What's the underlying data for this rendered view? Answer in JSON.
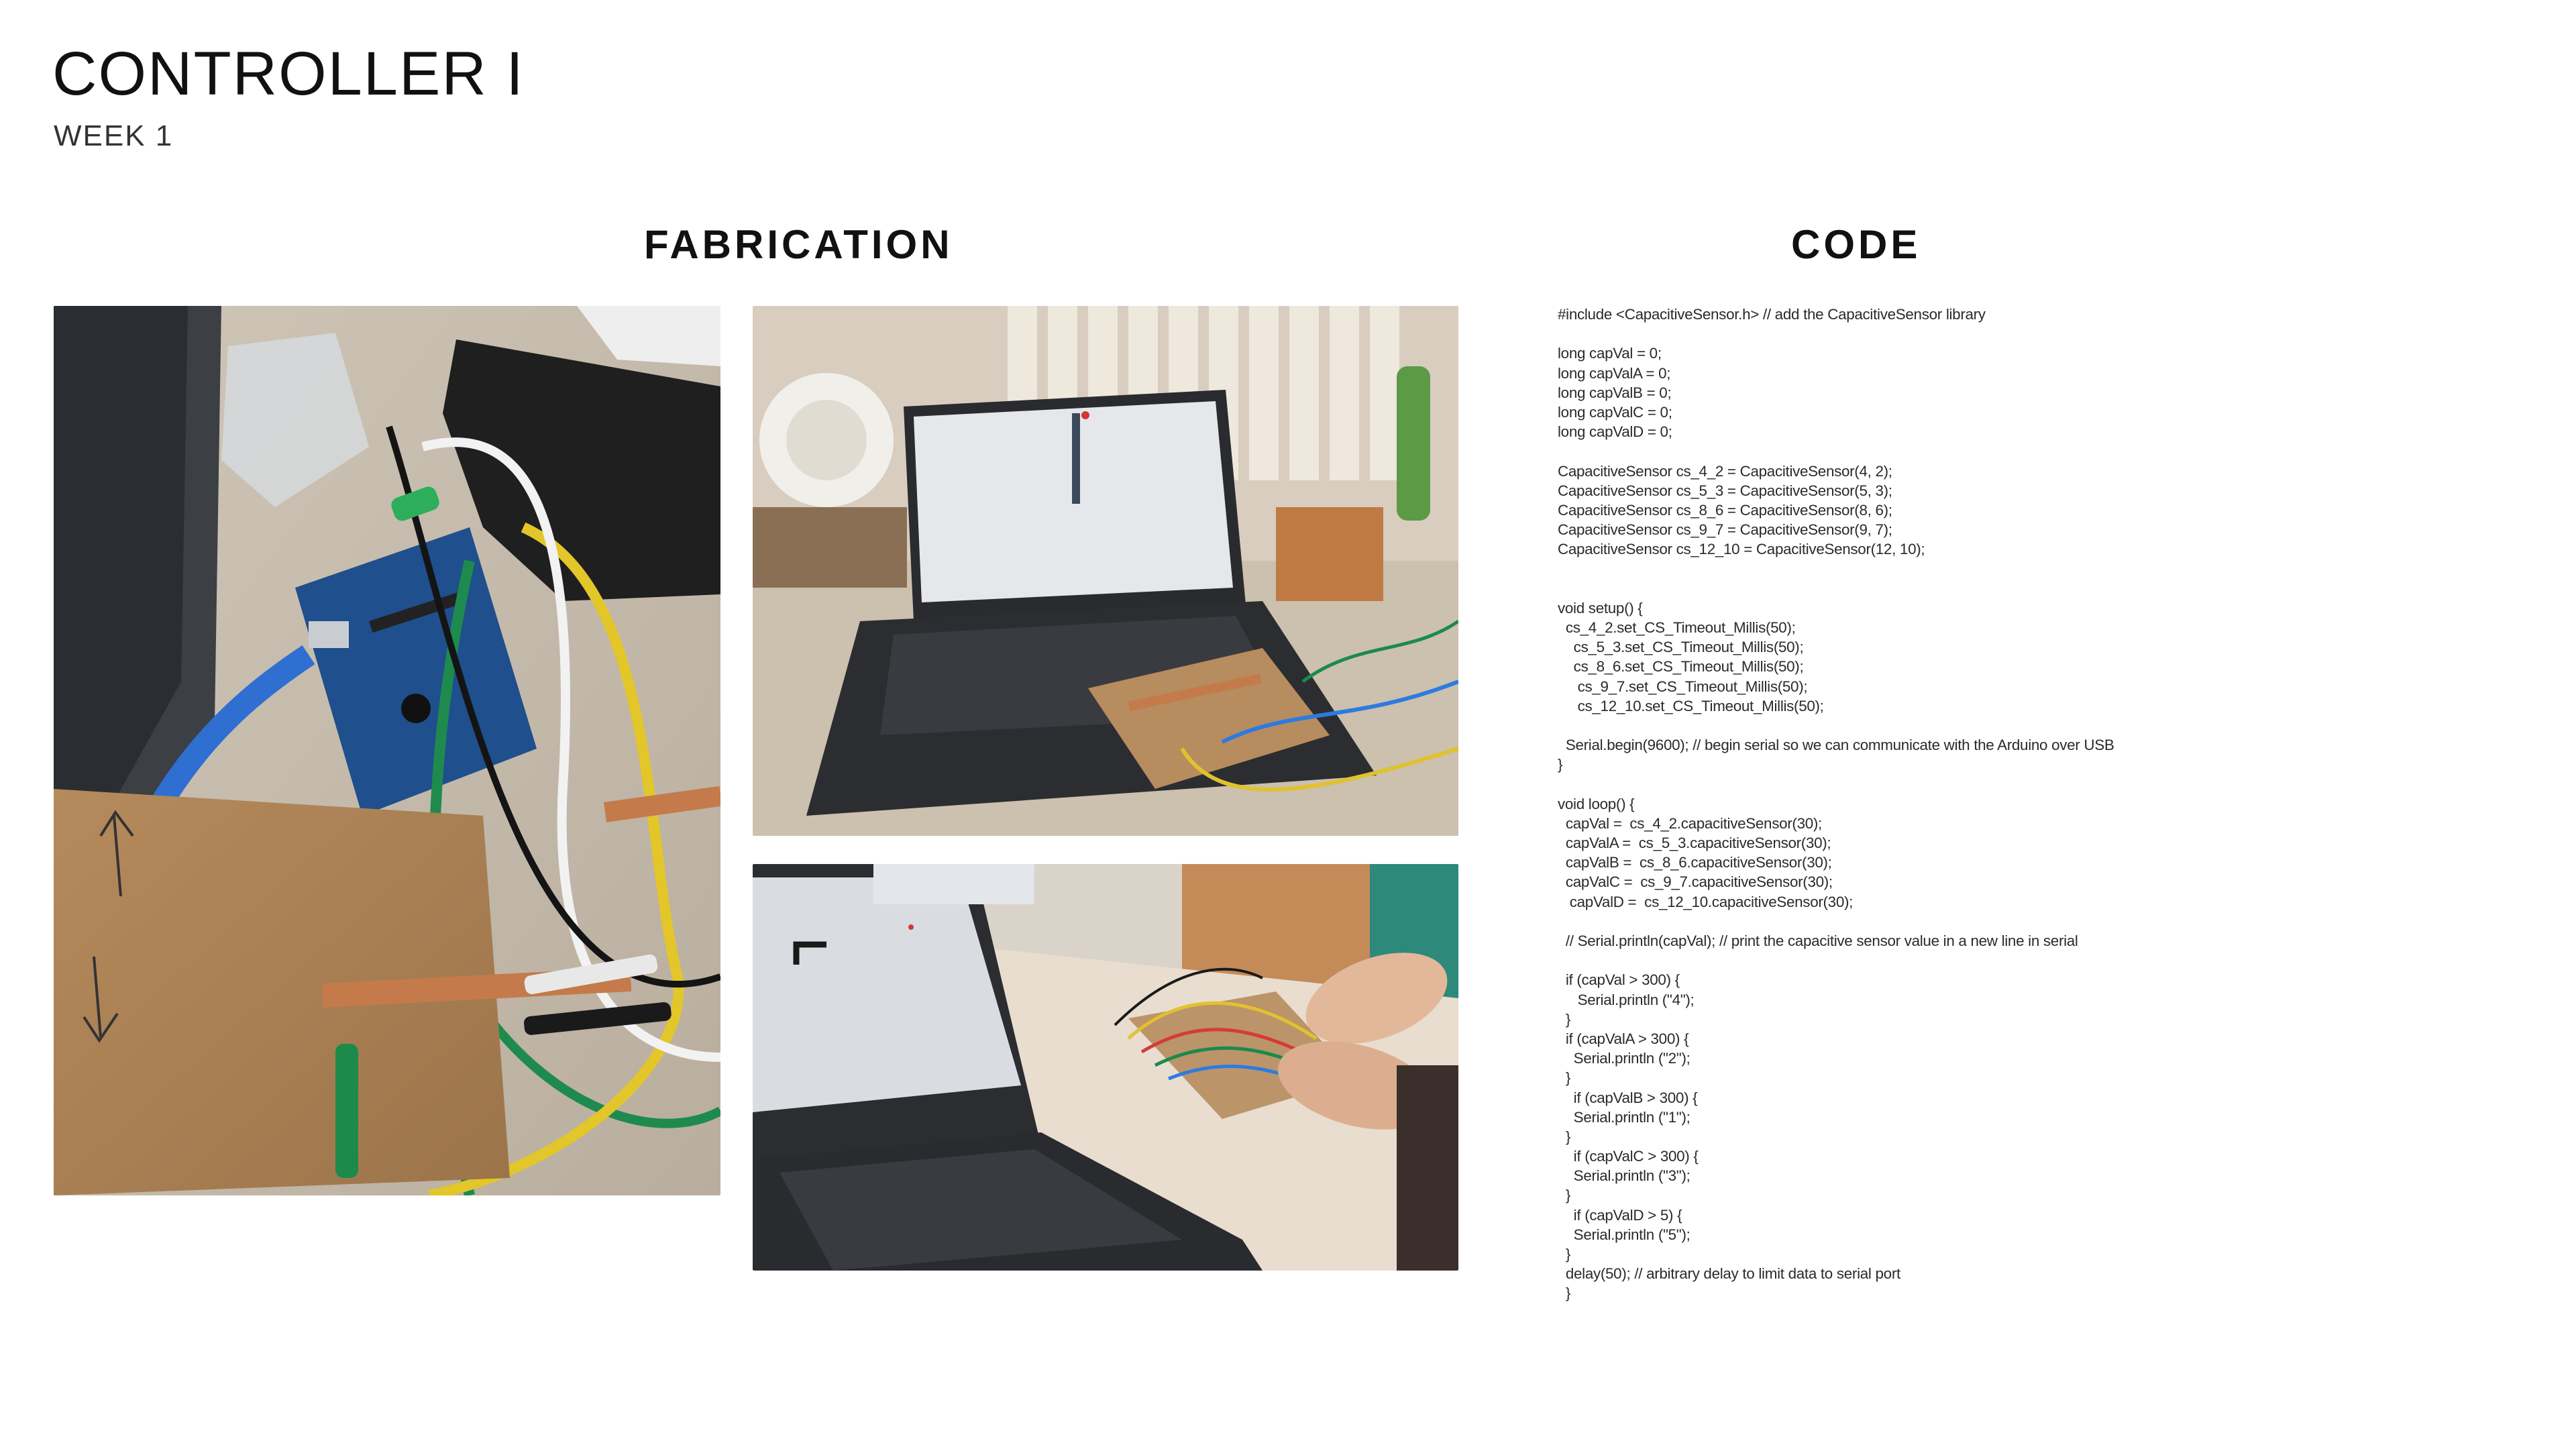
{
  "header": {
    "title": "CONTROLLER I",
    "subtitle": "WEEK 1"
  },
  "sections": {
    "fabrication": "FABRICATION",
    "code": "CODE"
  },
  "code_lines": [
    "#include <CapacitiveSensor.h> // add the CapacitiveSensor library",
    "",
    "long capVal = 0;",
    "long capValA = 0;",
    "long capValB = 0;",
    "long capValC = 0;",
    "long capValD = 0;",
    "",
    "CapacitiveSensor cs_4_2 = CapacitiveSensor(4, 2);",
    "CapacitiveSensor cs_5_3 = CapacitiveSensor(5, 3);",
    "CapacitiveSensor cs_8_6 = CapacitiveSensor(8, 6);",
    "CapacitiveSensor cs_9_7 = CapacitiveSensor(9, 7);",
    "CapacitiveSensor cs_12_10 = CapacitiveSensor(12, 10);",
    "",
    "",
    "void setup() {",
    "  cs_4_2.set_CS_Timeout_Millis(50);",
    "    cs_5_3.set_CS_Timeout_Millis(50);",
    "    cs_8_6.set_CS_Timeout_Millis(50);",
    "     cs_9_7.set_CS_Timeout_Millis(50);",
    "     cs_12_10.set_CS_Timeout_Millis(50);",
    "",
    "  Serial.begin(9600); // begin serial so we can communicate with the Arduino over USB",
    "}",
    "",
    "void loop() {",
    "  capVal =  cs_4_2.capacitiveSensor(30);",
    "  capValA =  cs_5_3.capacitiveSensor(30);",
    "  capValB =  cs_8_6.capacitiveSensor(30);",
    "  capValC =  cs_9_7.capacitiveSensor(30);",
    "   capValD =  cs_12_10.capacitiveSensor(30);",
    "",
    "  // Serial.println(capVal); // print the capacitive sensor value in a new line in serial",
    "",
    "  if (capVal > 300) {",
    "     Serial.println (\"4\");",
    "  }",
    "  if (capValA > 300) {",
    "    Serial.println (\"2\");",
    "  }",
    "    if (capValB > 300) {",
    "    Serial.println (\"1\");",
    "  }",
    "    if (capValC > 300) {",
    "    Serial.println (\"3\");",
    "  }",
    "    if (capValD > 5) {",
    "    Serial.println (\"5\");",
    "  }",
    "  delay(50); // arbitrary delay to limit data to serial port",
    "  }"
  ]
}
